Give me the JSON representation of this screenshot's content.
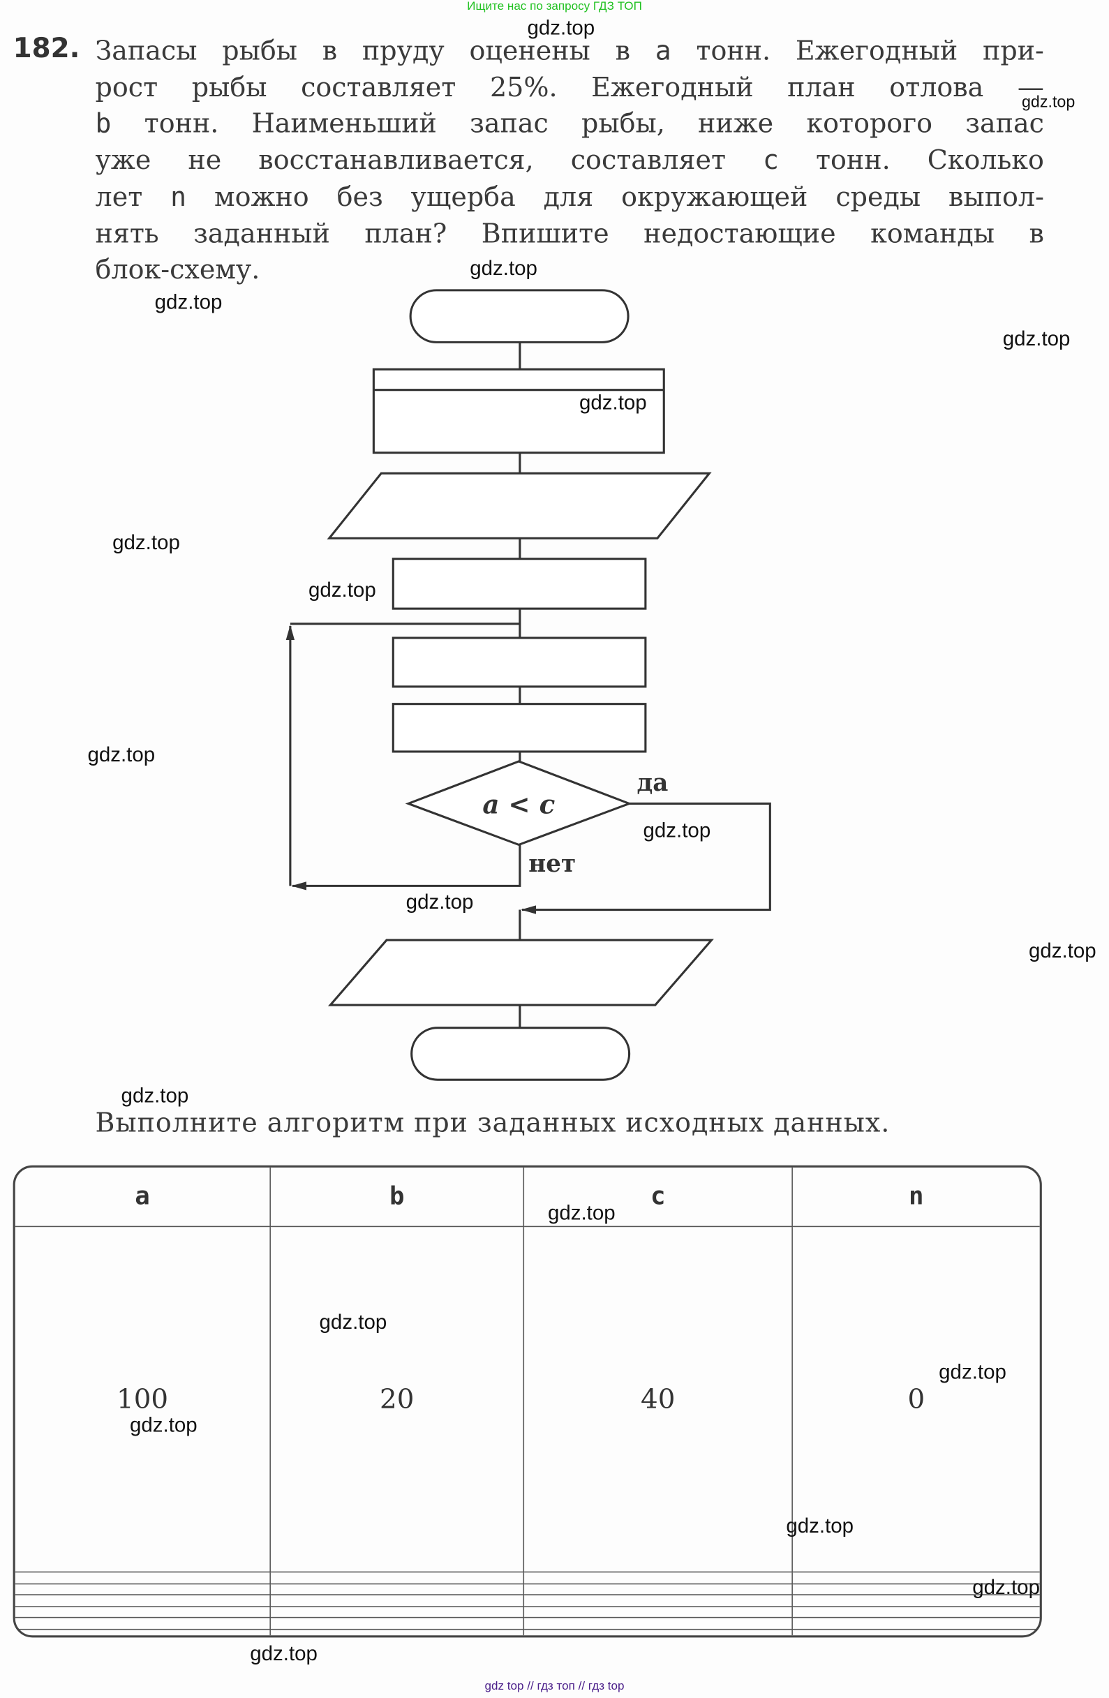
{
  "header_banner": "Ищите нас по запросу ГДЗ ТОП",
  "task": {
    "number": "182.",
    "lines": [
      [
        "Запасы рыбы в пруду оценены в ",
        "a",
        " тонн. Ежегодный при-"
      ],
      [
        "рост рыбы составляет 25%. Ежегодный план отлова —"
      ],
      [
        "",
        "b",
        " тонн. Наименьший запас рыбы, ниже которого запас"
      ],
      [
        "уже не восстанавливается, составляет ",
        "c",
        " тонн. Сколько"
      ],
      [
        "лет ",
        "n",
        " можно без ущерба для окружающей среды выпол-"
      ],
      [
        "нять заданный план? Впишите недостающие команды в"
      ],
      [
        "блок-схему."
      ]
    ]
  },
  "flowchart": {
    "condition": "a < c",
    "yes_label": "да",
    "no_label": "нет"
  },
  "instruction": "Выполните алгоритм при заданных исходных данных.",
  "table": {
    "headers": [
      "a",
      "b",
      "c",
      "n"
    ],
    "rows": [
      [
        "100",
        "20",
        "40",
        "0"
      ],
      [
        "",
        "",
        "",
        ""
      ],
      [
        "",
        "",
        "",
        ""
      ],
      [
        "",
        "",
        "",
        ""
      ],
      [
        "",
        "",
        "",
        ""
      ],
      [
        "",
        "",
        "",
        ""
      ],
      [
        "",
        "",
        "",
        ""
      ]
    ]
  },
  "watermark": "gdz.top",
  "footer": "gdz top  //  гдз топ  //  гдз top"
}
